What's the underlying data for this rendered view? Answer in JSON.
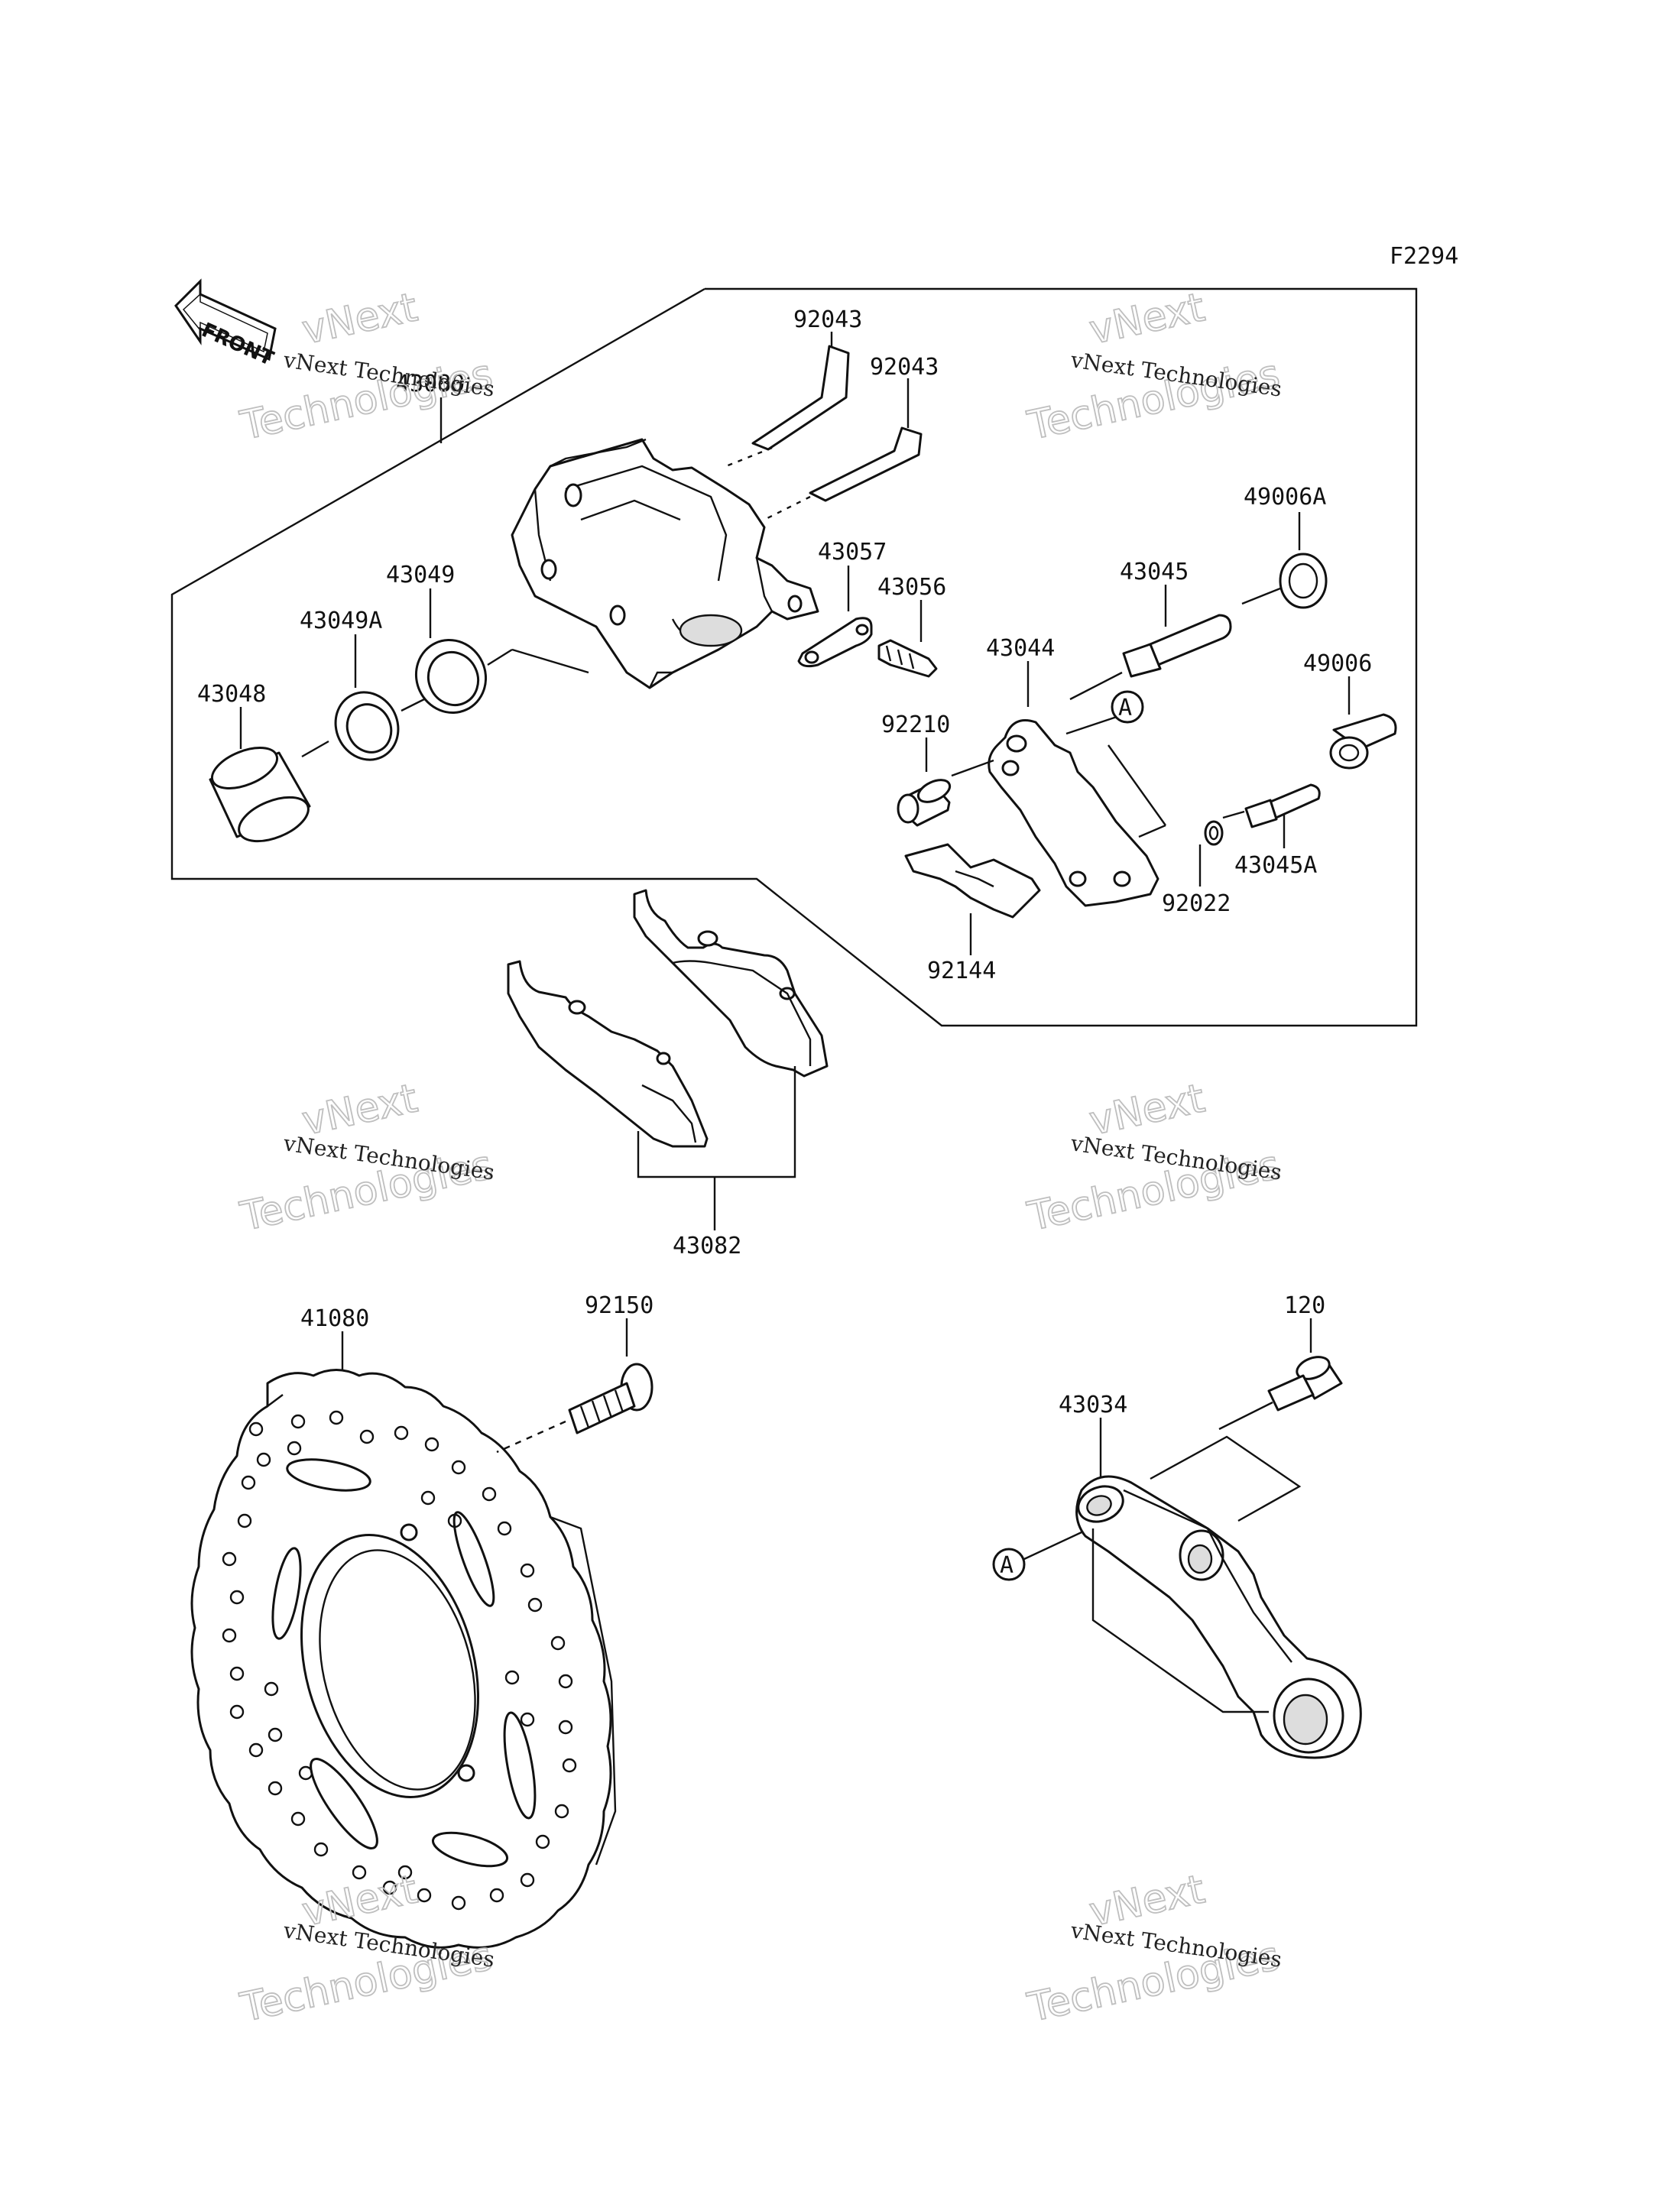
{
  "figure_code": "F2294",
  "front_badge": "FRONT",
  "callout_letter": "A",
  "watermark": {
    "line1": "vNext Technologies",
    "line2": "vNext",
    "line3": "Technologies"
  },
  "parts": {
    "p43080": "43080",
    "p92043a": "92043",
    "p92043b": "92043",
    "p49006A": "49006A",
    "p43057": "43057",
    "p43056": "43056",
    "p43049": "43049",
    "p43045": "43045",
    "p43049A": "43049A",
    "p43044": "43044",
    "p49006": "49006",
    "p43048": "43048",
    "p92210": "92210",
    "p43045A": "43045A",
    "p92022": "92022",
    "p92144": "92144",
    "p43082": "43082",
    "p41080": "41080",
    "p92150": "92150",
    "p120": "120",
    "p43034": "43034"
  }
}
